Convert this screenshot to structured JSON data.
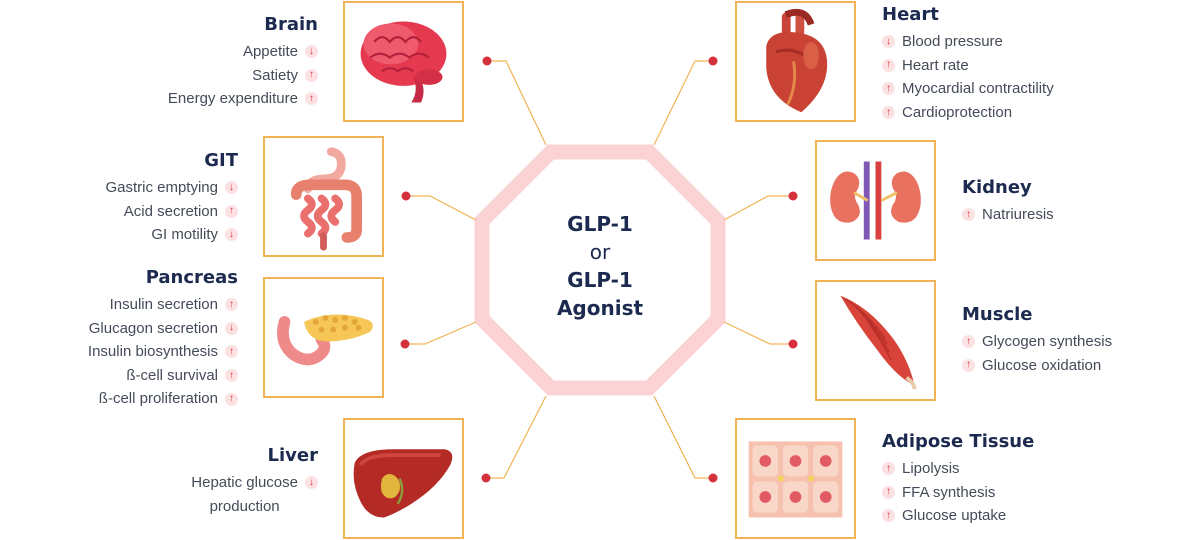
{
  "center": {
    "line1": "GLP-1",
    "line2": "or",
    "line3": "GLP-1",
    "line4": "Agonist"
  },
  "organs": {
    "brain": {
      "title": "Brain",
      "effects": [
        {
          "label": "Appetite",
          "direction": "down"
        },
        {
          "label": "Satiety",
          "direction": "up"
        },
        {
          "label": "Energy expenditure",
          "direction": "up"
        }
      ]
    },
    "git": {
      "title": "GIT",
      "effects": [
        {
          "label": "Gastric emptying",
          "direction": "down"
        },
        {
          "label": "Acid secretion",
          "direction": "up"
        },
        {
          "label": "GI motility",
          "direction": "down"
        }
      ]
    },
    "pancreas": {
      "title": "Pancreas",
      "effects": [
        {
          "label": "Insulin secretion",
          "direction": "up"
        },
        {
          "label": "Glucagon secretion",
          "direction": "down"
        },
        {
          "label": "Insulin biosynthesis",
          "direction": "up"
        },
        {
          "label": "ß-cell survival",
          "direction": "up"
        },
        {
          "label": "ß-cell proliferation",
          "direction": "up"
        }
      ]
    },
    "liver": {
      "title": "Liver",
      "effects": [
        {
          "label_line1": "Hepatic glucose",
          "label_line2": "production",
          "direction": "down"
        }
      ]
    },
    "heart": {
      "title": "Heart",
      "effects": [
        {
          "label": "Blood pressure",
          "direction": "down"
        },
        {
          "label": "Heart rate",
          "direction": "up"
        },
        {
          "label": "Myocardial contractility",
          "direction": "up"
        },
        {
          "label": "Cardioprotection",
          "direction": "up"
        }
      ]
    },
    "kidney": {
      "title": "Kidney",
      "effects": [
        {
          "label": "Natriuresis",
          "direction": "up"
        }
      ]
    },
    "muscle": {
      "title": "Muscle",
      "effects": [
        {
          "label": "Glycogen synthesis",
          "direction": "up"
        },
        {
          "label": "Glucose oxidation",
          "direction": "up"
        }
      ]
    },
    "adipose": {
      "title": "Adipose Tissue",
      "effects": [
        {
          "label": "Lipolysis",
          "direction": "up"
        },
        {
          "label": "FFA synthesis",
          "direction": "up"
        },
        {
          "label": "Glucose uptake",
          "direction": "up"
        }
      ]
    }
  },
  "colors": {
    "frame": "#f2b356",
    "octagon": "#fbd3d4",
    "dot": "#d5313c",
    "title": "#1b2a4e",
    "arrow": "#d5313c",
    "arrow_bg": "#fbe1e2"
  },
  "icons": {
    "up": "↑",
    "down": "↓"
  }
}
